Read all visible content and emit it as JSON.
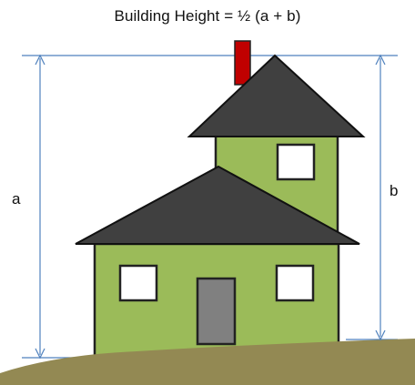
{
  "title": "Building Height = ½ (a + b)",
  "labels": {
    "a": "a",
    "b": "b"
  },
  "colors": {
    "wall": "#9bbb59",
    "roof": "#404040",
    "chimney": "#c00000",
    "door": "#808080",
    "window": "#ffffff",
    "ground": "#938953",
    "outline": "#222222",
    "dimension_line": "#4f81bd"
  }
}
